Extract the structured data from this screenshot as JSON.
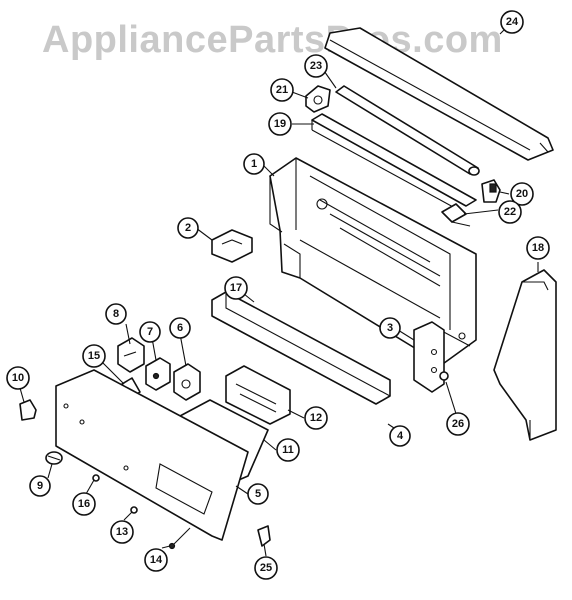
{
  "watermark": "AppliancePartsPros.com",
  "callouts": [
    {
      "id": "1",
      "label": "1"
    },
    {
      "id": "2",
      "label": "2"
    },
    {
      "id": "3",
      "label": "3"
    },
    {
      "id": "4",
      "label": "4"
    },
    {
      "id": "5",
      "label": "5"
    },
    {
      "id": "6",
      "label": "6"
    },
    {
      "id": "7",
      "label": "7"
    },
    {
      "id": "8",
      "label": "8"
    },
    {
      "id": "9",
      "label": "9"
    },
    {
      "id": "10",
      "label": "10"
    },
    {
      "id": "11",
      "label": "11"
    },
    {
      "id": "12",
      "label": "12"
    },
    {
      "id": "13",
      "label": "13"
    },
    {
      "id": "14",
      "label": "14"
    },
    {
      "id": "15",
      "label": "15"
    },
    {
      "id": "16",
      "label": "16"
    },
    {
      "id": "17",
      "label": "17"
    },
    {
      "id": "18",
      "label": "18"
    },
    {
      "id": "19",
      "label": "19"
    },
    {
      "id": "20",
      "label": "20"
    },
    {
      "id": "21",
      "label": "21"
    },
    {
      "id": "22",
      "label": "22"
    },
    {
      "id": "23",
      "label": "23"
    },
    {
      "id": "24",
      "label": "24"
    },
    {
      "id": "25",
      "label": "25"
    },
    {
      "id": "26",
      "label": "26"
    }
  ]
}
